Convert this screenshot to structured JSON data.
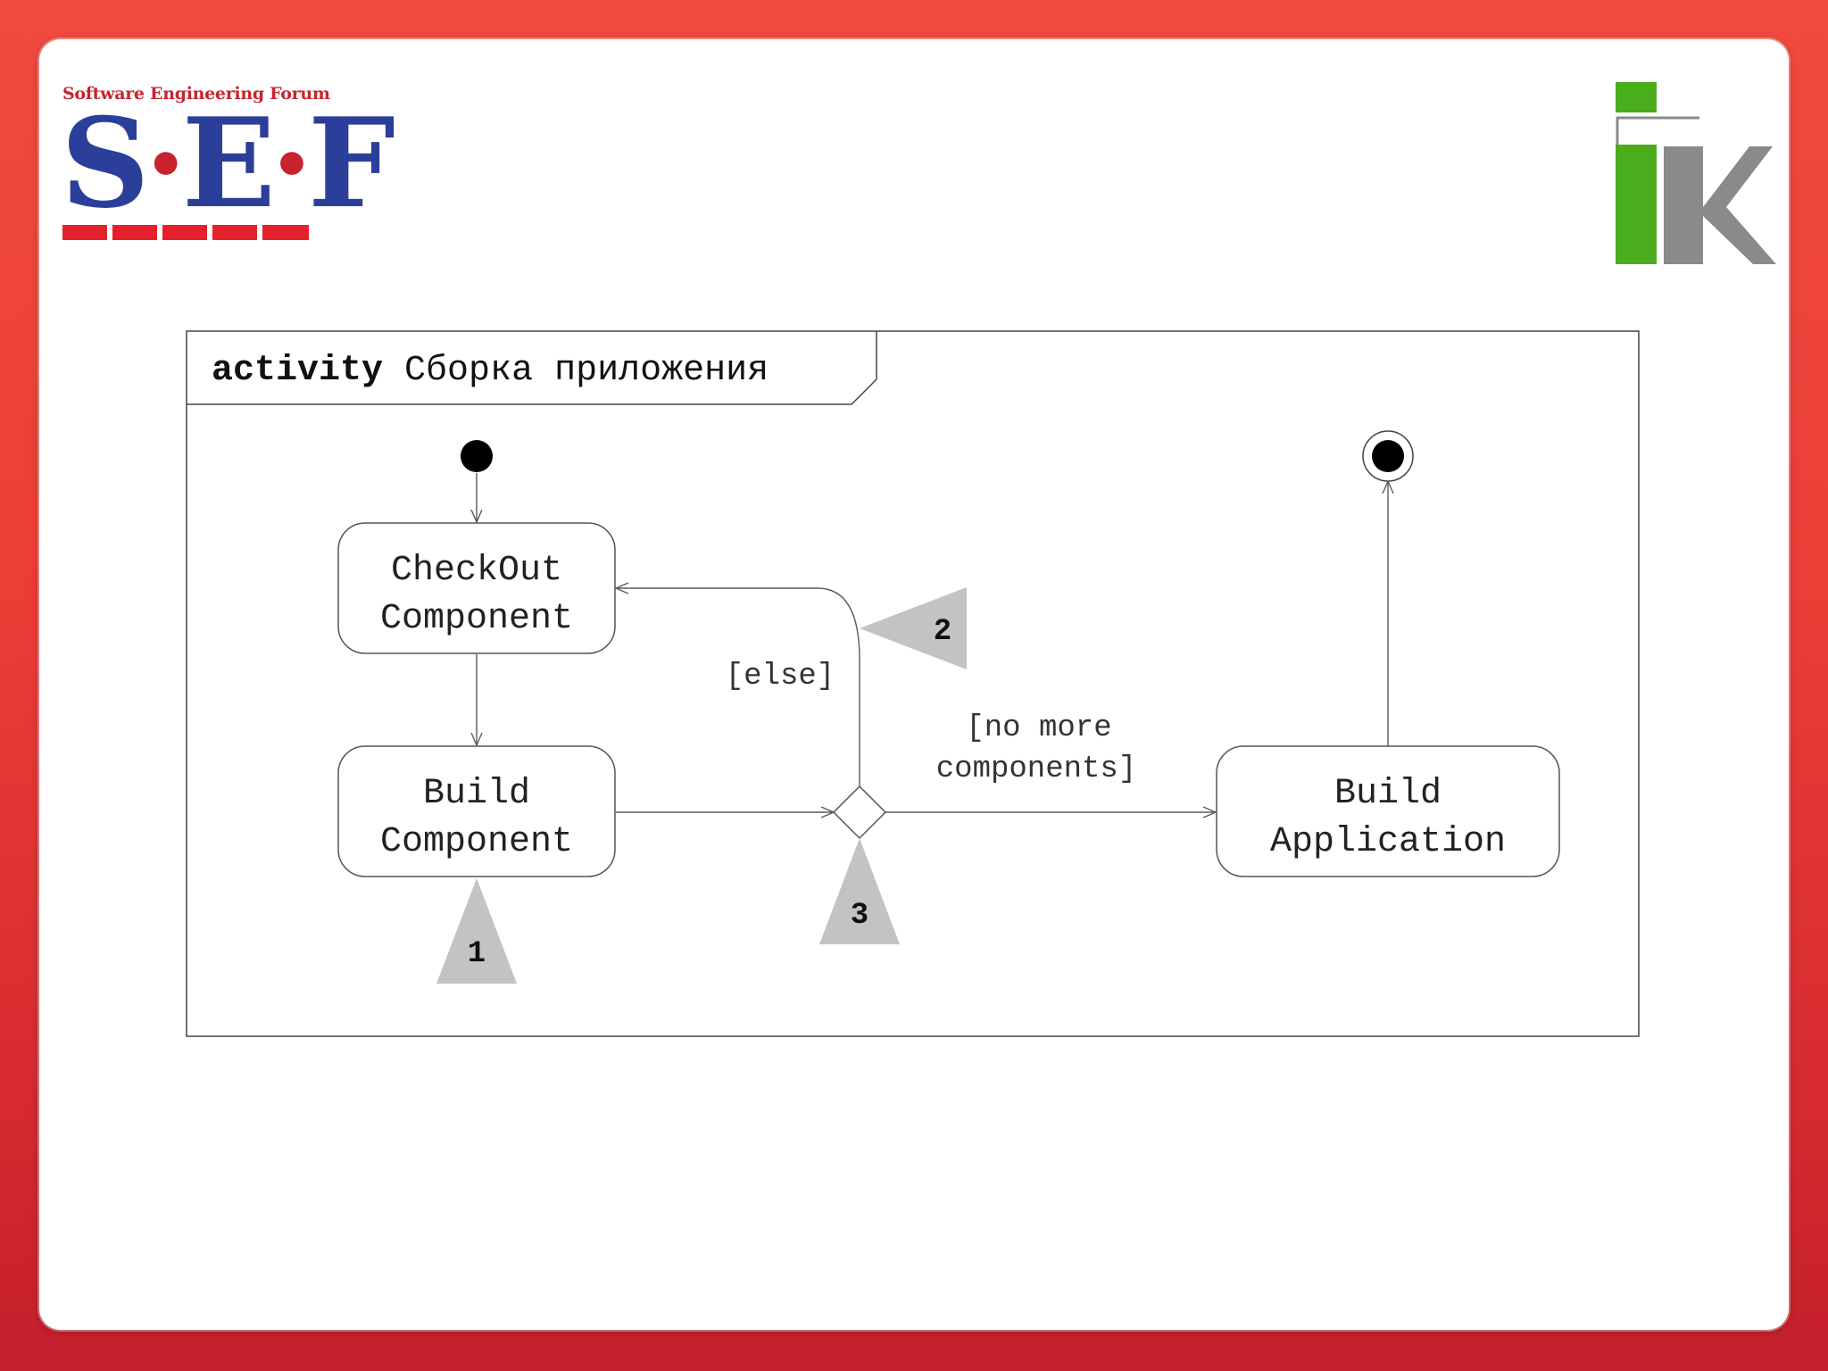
{
  "logos": {
    "sef": {
      "caption": "Software Engineering Forum",
      "letters": [
        "S",
        "E",
        "F"
      ],
      "separator": "·"
    },
    "ik": {
      "glyph": "ik-logo",
      "colors": {
        "green": "#4aad1c",
        "gray": "#8a8a8d"
      }
    }
  },
  "diagram": {
    "frame": {
      "keyword": "activity",
      "name": "Сборка приложения"
    },
    "nodes": {
      "checkout": {
        "line1": "CheckOut",
        "line2": "Component"
      },
      "build_component": {
        "line1": "Build",
        "line2": "Component"
      },
      "build_application": {
        "line1": "Build",
        "line2": "Application"
      }
    },
    "guards": {
      "else": "[else]",
      "no_more_1": "[no more",
      "no_more_2": "components]"
    },
    "markers": [
      "1",
      "2",
      "3"
    ]
  },
  "colors": {
    "marker": "#c3c3c5",
    "line": "#5a5a5a",
    "border_red": "#e93c35"
  }
}
